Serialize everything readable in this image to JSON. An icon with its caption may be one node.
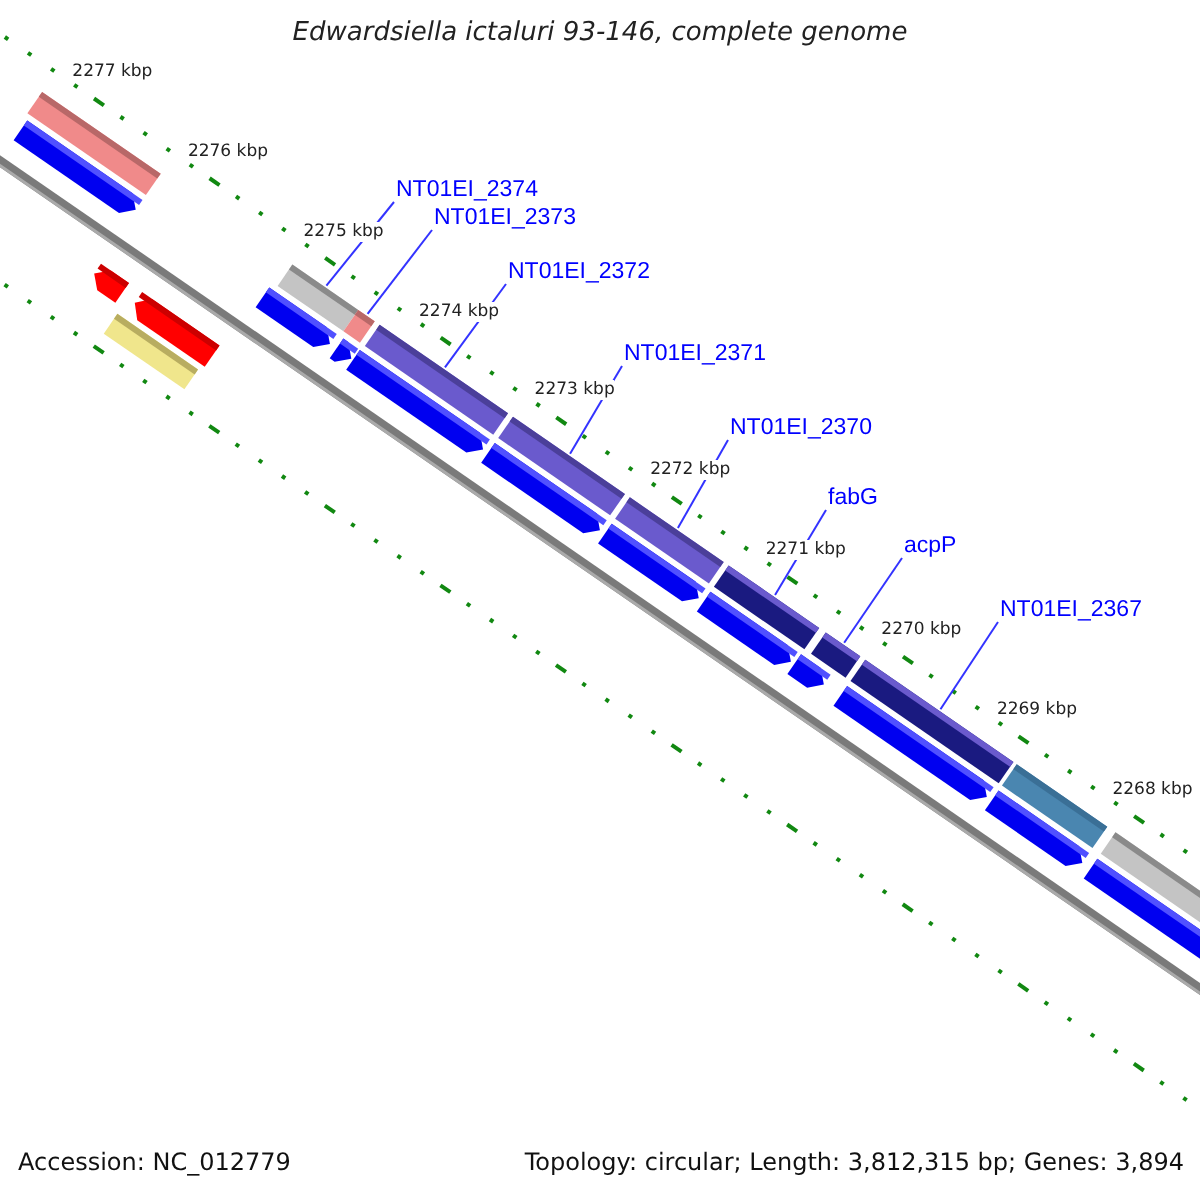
{
  "diagram": {
    "title": "Edwardsiella ictaluri 93-146, complete genome",
    "nodes": [
      {
        "text": [
          "NT01EI_2374"
        ]
      },
      {
        "text": [
          "NT01EI_2373"
        ]
      },
      {
        "text": [
          "NT01EI_2372"
        ]
      },
      {
        "text": [
          "NT01EI_2371"
        ]
      },
      {
        "text": [
          "NT01EI_2370"
        ]
      },
      {
        "text": [
          "fabG"
        ]
      },
      {
        "text": [
          "acpP"
        ]
      },
      {
        "text": [
          "NT01EI_2367"
        ]
      },
      {
        "text": [],
        "shape": "bar"
      },
      {
        "text": [],
        "shape": "bar"
      },
      {
        "text": [],
        "shape": "bar"
      },
      {
        "text": [],
        "shape": "bar"
      },
      {
        "text": [],
        "shape": "bar"
      },
      {
        "text": [],
        "shape": "bar"
      },
      {
        "text": [],
        "shape": "bar"
      },
      {
        "text": [],
        "shape": "bar"
      }
    ],
    "edges": [
      {
        "from": 0,
        "to": 8,
        "arrow": "none"
      },
      {
        "from": 1,
        "to": 9,
        "arrow": "none"
      },
      {
        "from": 2,
        "to": 10,
        "arrow": "none"
      },
      {
        "from": 3,
        "to": 11,
        "arrow": "none"
      },
      {
        "from": 4,
        "to": 12,
        "arrow": "none"
      },
      {
        "from": 5,
        "to": 13,
        "arrow": "none"
      },
      {
        "from": 6,
        "to": 14,
        "arrow": "none"
      },
      {
        "from": 7,
        "to": 15,
        "arrow": "none"
      }
    ],
    "labels": [
      "2277 kbp",
      "2276 kbp",
      "2275 kbp",
      "2274 kbp",
      "2273 kbp",
      "2272 kbp",
      "2271 kbp",
      "2270 kbp",
      "2269 kbp",
      "2268 kbp",
      "Accession: NC_012779",
      "Topology: circular; Length: 3,812,315 bp; Genes: 3,894"
    ]
  }
}
